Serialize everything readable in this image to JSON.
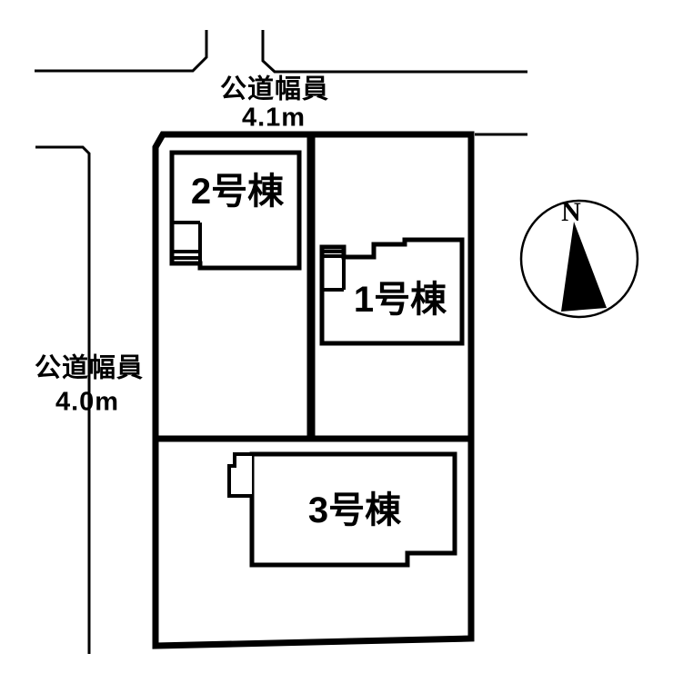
{
  "page": {
    "background_color": "#ffffff",
    "line_color": "#000000"
  },
  "roads": {
    "top": {
      "label": "公道幅員",
      "value": "4.1m"
    },
    "left": {
      "label": "公道幅員",
      "value": "4.0m"
    }
  },
  "buildings": {
    "unit1": {
      "label": "1号棟"
    },
    "unit2": {
      "label": "2号棟"
    },
    "unit3": {
      "label": "3号棟"
    }
  },
  "compass": {
    "north_label": "N"
  }
}
